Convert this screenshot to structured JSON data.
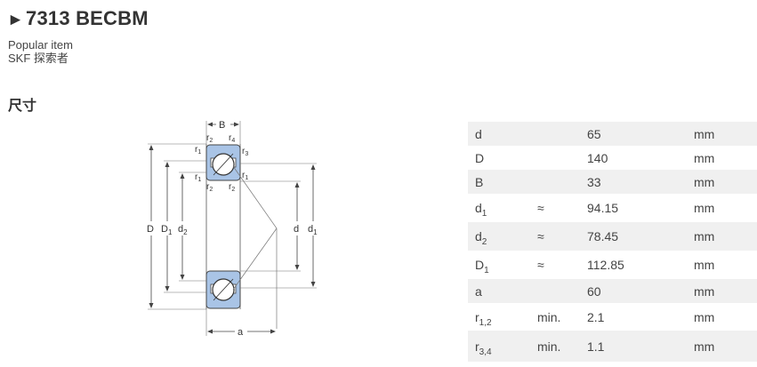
{
  "product": {
    "arrow": "►",
    "title": "7313 BECBM",
    "subtitle_line1": "Popular item",
    "subtitle_line2": "SKF 探索者"
  },
  "dimensions_heading": "尺寸",
  "diagram_labels": {
    "B": "B",
    "D": "D",
    "D1": "D",
    "D1_sub": "1",
    "d2": "d",
    "d2_sub": "2",
    "d": "d",
    "d1": "d",
    "d1_sub": "1",
    "a": "a",
    "r": "r",
    "sub1": "1",
    "sub2": "2",
    "sub3": "3",
    "sub4": "4"
  },
  "specs": [
    {
      "symbol": "d",
      "sub": "",
      "qualifier": "",
      "value": "65",
      "unit": "mm"
    },
    {
      "symbol": "D",
      "sub": "",
      "qualifier": "",
      "value": "140",
      "unit": "mm"
    },
    {
      "symbol": "B",
      "sub": "",
      "qualifier": "",
      "value": "33",
      "unit": "mm"
    },
    {
      "symbol": "d",
      "sub": "1",
      "qualifier": "≈",
      "value": "94.15",
      "unit": "mm"
    },
    {
      "symbol": "d",
      "sub": "2",
      "qualifier": "≈",
      "value": "78.45",
      "unit": "mm"
    },
    {
      "symbol": "D",
      "sub": "1",
      "qualifier": "≈",
      "value": "112.85",
      "unit": "mm"
    },
    {
      "symbol": "a",
      "sub": "",
      "qualifier": "",
      "value": "60",
      "unit": "mm"
    },
    {
      "symbol": "r",
      "sub": "1,2",
      "qualifier": "min.",
      "value": "2.1",
      "unit": "mm"
    },
    {
      "symbol": "r",
      "sub": "3,4",
      "qualifier": "min.",
      "value": "1.1",
      "unit": "mm"
    }
  ],
  "colors": {
    "ring_fill": "#a9c4e6",
    "row_shade": "#f0f0f0",
    "text": "#333333"
  }
}
